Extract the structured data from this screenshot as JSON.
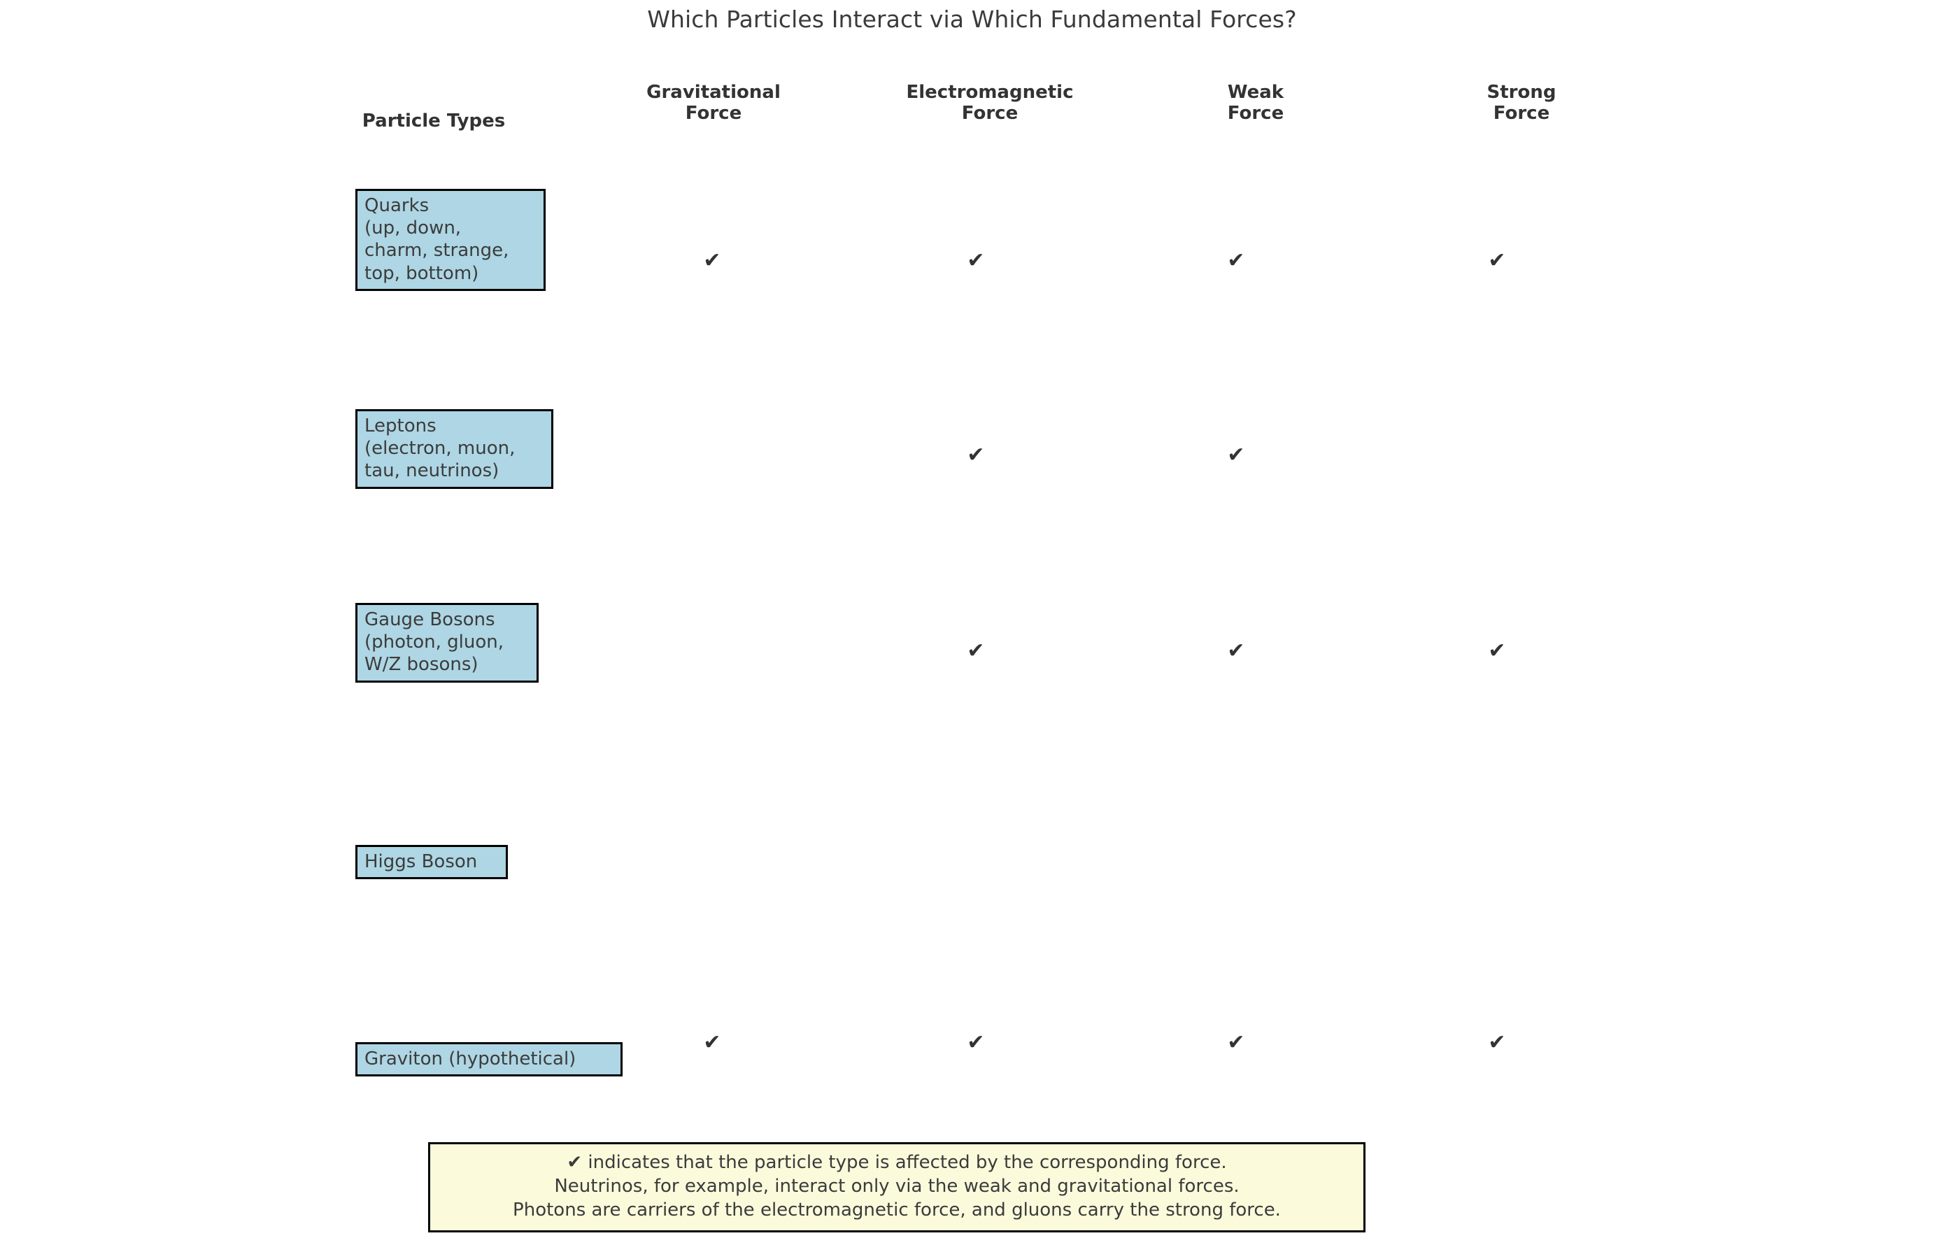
{
  "title": "Which Particles Interact via Which Fundamental Forces?",
  "headers": {
    "particle_types": "Particle Types",
    "forces": [
      "Gravitational\nForce",
      "Electromagnetic\nForce",
      "Weak\nForce",
      "Strong\nForce"
    ]
  },
  "check_glyph": "✔",
  "colors": {
    "particle_box_fill": "#aed6e4",
    "particle_box_border": "#000000",
    "footnote_fill": "#fbfbdc",
    "footnote_border": "#000000",
    "text": "#3b3b3b"
  },
  "rows": [
    {
      "label": "Quarks\n(up, down,\ncharm, strange,\ntop, bottom)",
      "name": "quarks",
      "checks": [
        true,
        true,
        true,
        true
      ]
    },
    {
      "label": "Leptons\n(electron, muon,\ntau, neutrinos)",
      "name": "leptons",
      "checks": [
        false,
        true,
        true,
        false
      ]
    },
    {
      "label": "Gauge Bosons\n(photon, gluon,\nW/Z bosons)",
      "name": "gauge-bosons",
      "checks": [
        false,
        true,
        true,
        true
      ]
    },
    {
      "label": "Higgs Boson",
      "name": "higgs-boson",
      "checks": [
        false,
        false,
        false,
        false
      ]
    },
    {
      "label": "Graviton (hypothetical)",
      "name": "graviton",
      "checks": [
        true,
        true,
        true,
        true
      ]
    }
  ],
  "footnote": {
    "lines": [
      "✔ indicates that the particle type is affected by the corresponding force.",
      "Neutrinos, for example, interact only via the weak and gravitational forces.",
      "Photons are carriers of the electromagnetic force, and gluons carry the strong force."
    ]
  },
  "chart_data": {
    "type": "table",
    "title": "Which Particles Interact via Which Fundamental Forces?",
    "row_header": "Particle Types",
    "columns": [
      "Gravitational Force",
      "Electromagnetic Force",
      "Weak Force",
      "Strong Force"
    ],
    "rows": [
      {
        "particle": "Quarks (up, down, charm, strange, top, bottom)",
        "values": [
          1,
          1,
          1,
          1
        ]
      },
      {
        "particle": "Leptons (electron, muon, tau, neutrinos)",
        "values": [
          0,
          1,
          1,
          0
        ]
      },
      {
        "particle": "Gauge Bosons (photon, gluon, W/Z bosons)",
        "values": [
          0,
          1,
          1,
          1
        ]
      },
      {
        "particle": "Higgs Boson",
        "values": [
          0,
          0,
          0,
          0
        ]
      },
      {
        "particle": "Graviton (hypothetical)",
        "values": [
          1,
          1,
          1,
          1
        ]
      }
    ],
    "marker": "✔ = affected by force; blank = not affected",
    "legend": "none",
    "grid": false
  },
  "layout": {
    "check_columns_x": [
      1018,
      1395,
      1767,
      2140
    ],
    "check_rows_y": [
      378,
      656,
      936,
      1215,
      1496
    ]
  }
}
